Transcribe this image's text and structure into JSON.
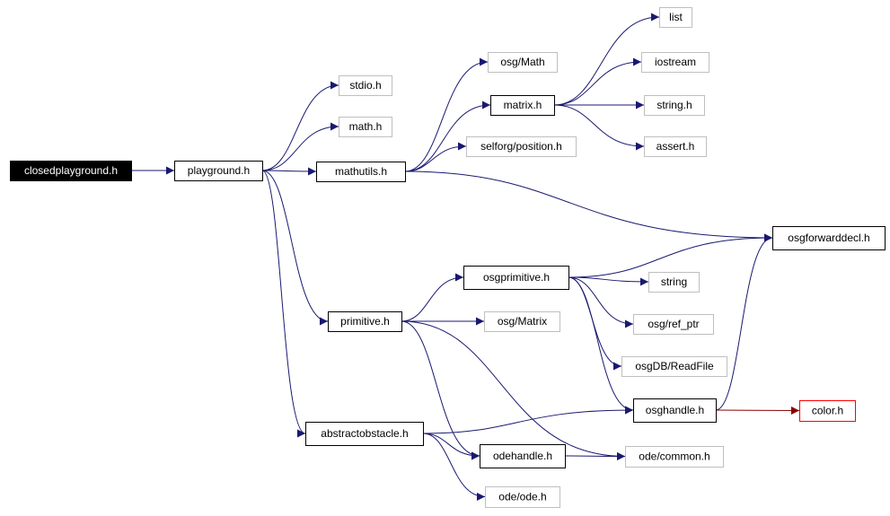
{
  "colors": {
    "edge": "#191970",
    "edge_alt": "#8b0000",
    "root_fill": "#000000",
    "root_text": "#ffffff",
    "solid_border": "#000000",
    "ghost_border": "#bfbfbf",
    "red_border": "#ff0000",
    "text": "#000000"
  },
  "nodes": {
    "closedplayground": {
      "label": "closedplayground.h",
      "kind": "root"
    },
    "playground": {
      "label": "playground.h",
      "kind": "solid"
    },
    "stdio": {
      "label": "stdio.h",
      "kind": "ghost"
    },
    "math": {
      "label": "math.h",
      "kind": "ghost"
    },
    "mathutils": {
      "label": "mathutils.h",
      "kind": "solid"
    },
    "osg_math": {
      "label": "osg/Math",
      "kind": "ghost"
    },
    "matrix": {
      "label": "matrix.h",
      "kind": "solid"
    },
    "selforg_position": {
      "label": "selforg/position.h",
      "kind": "ghost"
    },
    "list": {
      "label": "list",
      "kind": "ghost"
    },
    "iostream": {
      "label": "iostream",
      "kind": "ghost"
    },
    "string_h": {
      "label": "string.h",
      "kind": "ghost"
    },
    "assert_h": {
      "label": "assert.h",
      "kind": "ghost"
    },
    "osgforwarddecl": {
      "label": "osgforwarddecl.h",
      "kind": "solid"
    },
    "osgprimitive": {
      "label": "osgprimitive.h",
      "kind": "solid"
    },
    "string": {
      "label": "string",
      "kind": "ghost"
    },
    "osg_ref_ptr": {
      "label": "osg/ref_ptr",
      "kind": "ghost"
    },
    "osgdb_readfile": {
      "label": "osgDB/ReadFile",
      "kind": "ghost"
    },
    "primitive": {
      "label": "primitive.h",
      "kind": "solid"
    },
    "osg_matrix": {
      "label": "osg/Matrix",
      "kind": "ghost"
    },
    "osghandle": {
      "label": "osghandle.h",
      "kind": "solid"
    },
    "color": {
      "label": "color.h",
      "kind": "red"
    },
    "abstractobstacle": {
      "label": "abstractobstacle.h",
      "kind": "solid"
    },
    "odehandle": {
      "label": "odehandle.h",
      "kind": "solid"
    },
    "ode_common": {
      "label": "ode/common.h",
      "kind": "ghost"
    },
    "ode_ode": {
      "label": "ode/ode.h",
      "kind": "ghost"
    }
  },
  "edges": [
    {
      "from": "closedplayground",
      "to": "playground"
    },
    {
      "from": "playground",
      "to": "stdio"
    },
    {
      "from": "playground",
      "to": "math"
    },
    {
      "from": "playground",
      "to": "mathutils"
    },
    {
      "from": "playground",
      "to": "primitive"
    },
    {
      "from": "playground",
      "to": "abstractobstacle"
    },
    {
      "from": "mathutils",
      "to": "osg_math"
    },
    {
      "from": "mathutils",
      "to": "matrix"
    },
    {
      "from": "mathutils",
      "to": "selforg_position"
    },
    {
      "from": "mathutils",
      "to": "osgforwarddecl"
    },
    {
      "from": "matrix",
      "to": "list"
    },
    {
      "from": "matrix",
      "to": "iostream"
    },
    {
      "from": "matrix",
      "to": "string_h"
    },
    {
      "from": "matrix",
      "to": "assert_h"
    },
    {
      "from": "primitive",
      "to": "osgprimitive"
    },
    {
      "from": "primitive",
      "to": "osg_matrix"
    },
    {
      "from": "primitive",
      "to": "odehandle"
    },
    {
      "from": "primitive",
      "to": "ode_common"
    },
    {
      "from": "osgprimitive",
      "to": "osgforwarddecl"
    },
    {
      "from": "osgprimitive",
      "to": "string"
    },
    {
      "from": "osgprimitive",
      "to": "osg_ref_ptr"
    },
    {
      "from": "osgprimitive",
      "to": "osgdb_readfile"
    },
    {
      "from": "osgprimitive",
      "to": "osghandle"
    },
    {
      "from": "osghandle",
      "to": "osgforwarddecl"
    },
    {
      "from": "osghandle",
      "to": "color",
      "alt": true
    },
    {
      "from": "abstractobstacle",
      "to": "osghandle"
    },
    {
      "from": "abstractobstacle",
      "to": "odehandle"
    },
    {
      "from": "abstractobstacle",
      "to": "ode_ode"
    },
    {
      "from": "odehandle",
      "to": "ode_common"
    }
  ]
}
